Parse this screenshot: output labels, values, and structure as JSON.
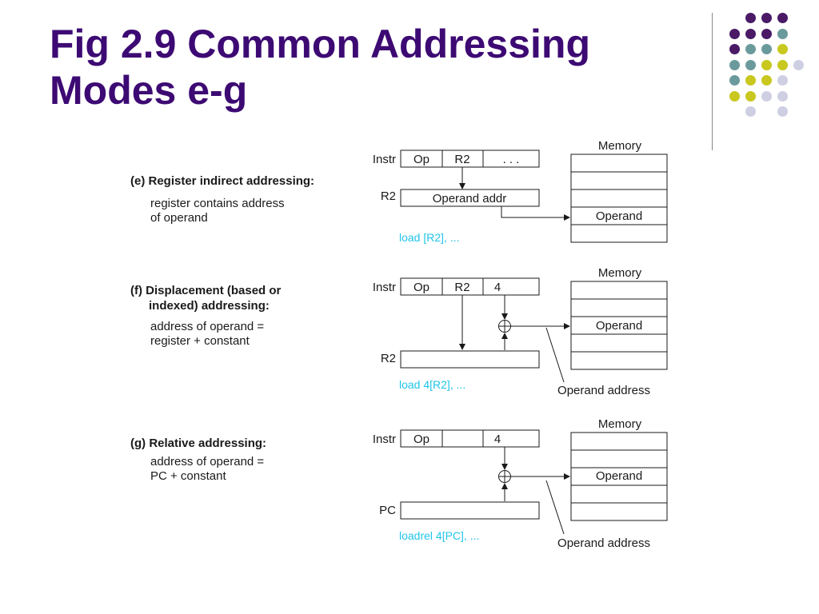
{
  "title": {
    "line1": "Fig 2.9  Common Addressing",
    "line2": "Modes e-g"
  },
  "colors": {
    "title": "#3d0a73",
    "dark_purple": "#4a1a66",
    "teal": "#6b9a9c",
    "olive": "#c8c81e",
    "lavender": "#cfcfe3",
    "caption": "#21c4ea"
  },
  "decor": {
    "dot_rows": [
      [
        "empty",
        "purple",
        "purple",
        "purple",
        "empty"
      ],
      [
        "purple",
        "purple",
        "purple",
        "teal",
        "empty"
      ],
      [
        "purple",
        "teal",
        "teal",
        "olive",
        "empty"
      ],
      [
        "teal",
        "teal",
        "olive",
        "olive",
        "lavender"
      ],
      [
        "teal",
        "olive",
        "olive",
        "lavender",
        "empty"
      ],
      [
        "olive",
        "olive",
        "lavender",
        "lavender",
        "empty"
      ],
      [
        "empty",
        "lavender",
        "empty",
        "lavender",
        "empty"
      ]
    ]
  },
  "sections": {
    "e": {
      "heading": "(e) Register indirect addressing:",
      "desc_line1": "register contains address",
      "desc_line2": "of operand",
      "instr_label": "Instr",
      "instr_fields": [
        "Op",
        "R2",
        ". . ."
      ],
      "reg_label": "R2",
      "reg_value": "Operand addr",
      "memory_label": "Memory",
      "operand_label": "Operand",
      "example": "load [R2], ..."
    },
    "f": {
      "heading_line1": "(f) Displacement (based or",
      "heading_line2": "indexed) addressing:",
      "desc_line1": "address of operand =",
      "desc_line2": "register + constant",
      "instr_label": "Instr",
      "instr_fields": [
        "Op",
        "R2",
        "4"
      ],
      "reg_label": "R2",
      "memory_label": "Memory",
      "operand_label": "Operand",
      "operand_address_label": "Operand address",
      "example": "load 4[R2], ..."
    },
    "g": {
      "heading": "(g) Relative addressing:",
      "desc_line1": "address of operand =",
      "desc_line2": "PC + constant",
      "instr_label": "Instr",
      "instr_fields": [
        "Op",
        "",
        "4"
      ],
      "reg_label": "PC",
      "memory_label": "Memory",
      "operand_label": "Operand",
      "operand_address_label": "Operand address",
      "example": "loadrel 4[PC], ..."
    }
  }
}
